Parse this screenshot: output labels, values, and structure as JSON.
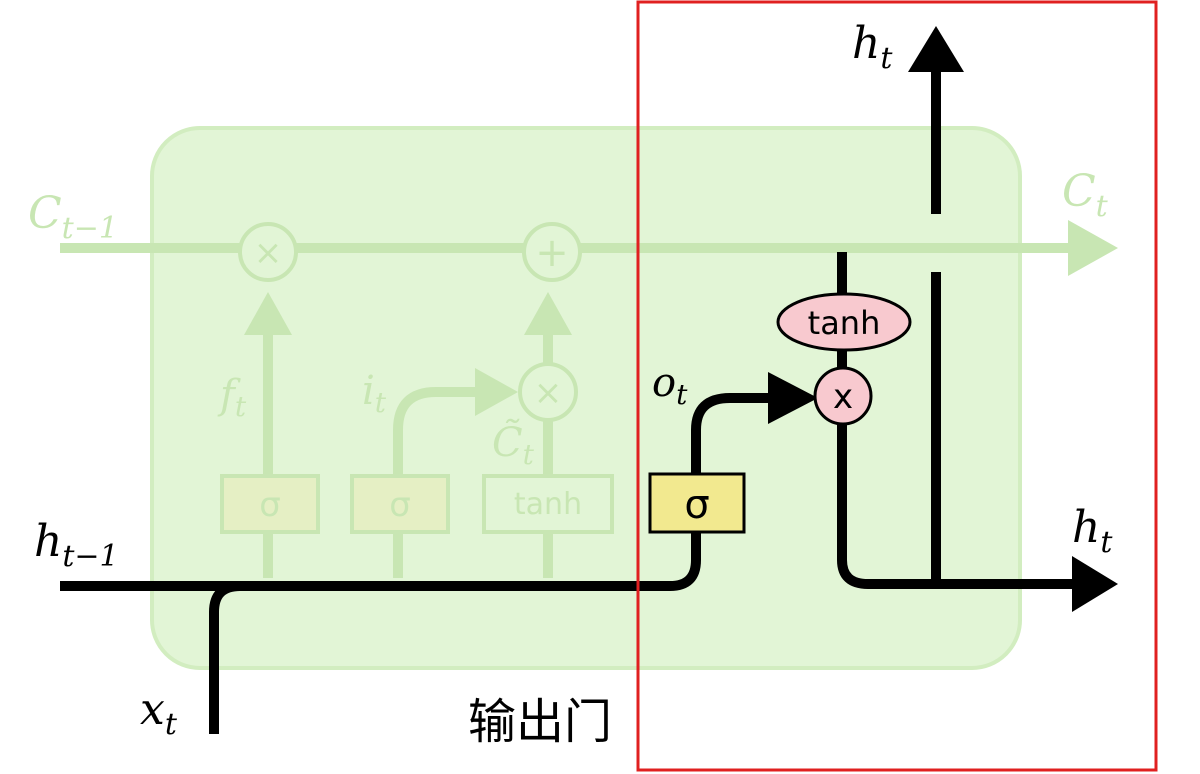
{
  "diagram": {
    "caption": "输出门",
    "cell_state": {
      "input_label": "C",
      "input_sub": "t−1",
      "output_label": "C",
      "output_sub": "t"
    },
    "inputs": {
      "h_prev_label": "h",
      "h_prev_sub": "t−1",
      "x_label": "x",
      "x_sub": "t"
    },
    "outputs": {
      "h_top_label": "h",
      "h_top_sub": "t",
      "h_right_label": "h",
      "h_right_sub": "t"
    },
    "gates": {
      "forget": {
        "op": "σ",
        "label": "f",
        "sub": "t"
      },
      "input": {
        "op": "σ",
        "label": "i",
        "sub": "t"
      },
      "candidate": {
        "op": "tanh",
        "label": "C̃",
        "sub": "t"
      },
      "output": {
        "op": "σ",
        "label": "o",
        "sub": "t"
      }
    },
    "pointwise": {
      "forget_mult": "×",
      "add": "+",
      "input_mult": "×",
      "output_tanh": "tanh",
      "output_mult": "x"
    },
    "colors": {
      "cell_bg": "#e2f5d6",
      "faded": "#c8e6b3",
      "active": "#000000",
      "sigma_box": "#f2e98f",
      "pink": "#f8c9cf",
      "highlight_frame": "#e02020"
    }
  }
}
